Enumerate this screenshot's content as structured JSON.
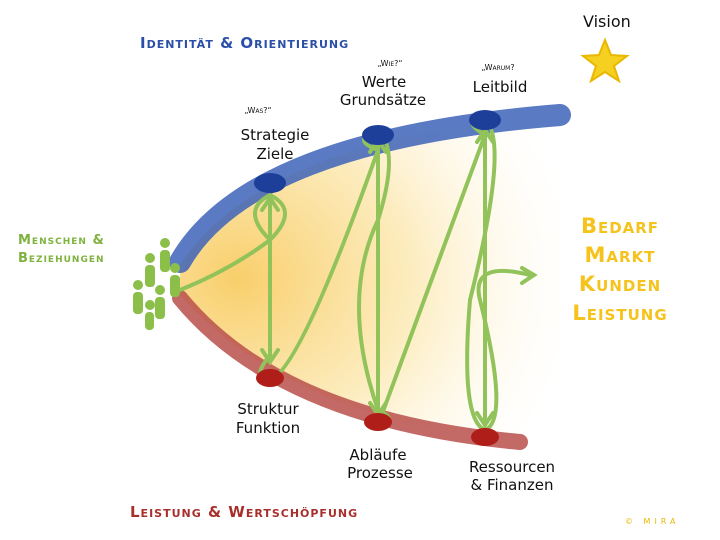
{
  "top_heading": "Identität & Orientierung",
  "bottom_heading": "Leistung & Wertschöpfung",
  "vision": "Vision",
  "people": [
    "Menschen &",
    "Beziehungen"
  ],
  "target": [
    "Bedarf",
    "Markt",
    "Kunden",
    "Leistung"
  ],
  "top_nodes": [
    {
      "question": "„Was?“",
      "lines": [
        "Strategie",
        "Ziele"
      ]
    },
    {
      "question": "„Wie?“",
      "lines": [
        "Werte",
        "Grundsätze"
      ]
    },
    {
      "question": "„Warum?",
      "lines": [
        "Leitbild"
      ]
    }
  ],
  "bottom_nodes": [
    {
      "lines": [
        "Struktur",
        "Funktion"
      ]
    },
    {
      "lines": [
        "Abläufe",
        "Prozesse"
      ]
    },
    {
      "lines": [
        "Ressourcen",
        "& Finanzen"
      ]
    }
  ],
  "copyright": "© MIRA",
  "colors": {
    "blue": "#2b4fa8",
    "red": "#a8302c",
    "green": "#8cbf4a",
    "yellow": "#f5c31c"
  }
}
